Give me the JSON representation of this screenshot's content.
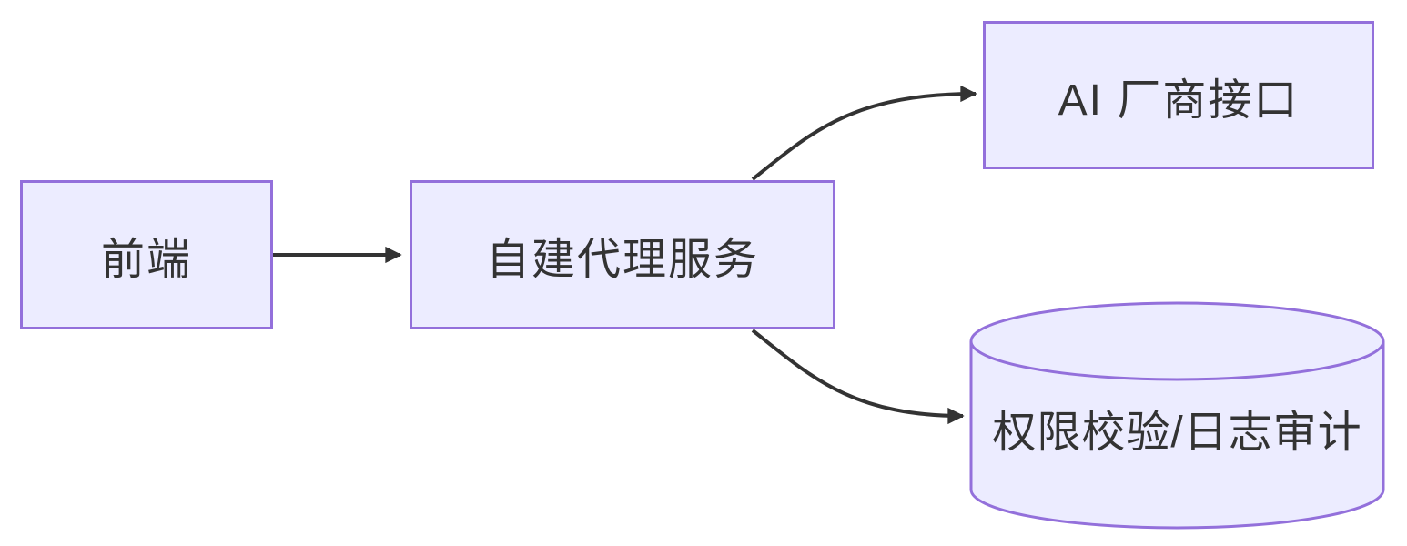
{
  "diagram": {
    "type": "flowchart",
    "direction": "left-to-right",
    "colors": {
      "background": "#FFFFFF",
      "node_fill": "#ECECFF",
      "node_stroke": "#9370DB",
      "edge": "#333333",
      "text": "#333333"
    },
    "nodes": [
      {
        "id": "frontend",
        "label": "前端",
        "shape": "rectangle"
      },
      {
        "id": "proxy",
        "label": "自建代理服务",
        "shape": "rectangle"
      },
      {
        "id": "ai_vendor",
        "label": "AI 厂商接口",
        "shape": "rectangle"
      },
      {
        "id": "audit",
        "label": "权限校验/日志审计",
        "shape": "cylinder"
      }
    ],
    "edges": [
      {
        "from": "frontend",
        "to": "proxy",
        "style": "solid-arrow"
      },
      {
        "from": "proxy",
        "to": "ai_vendor",
        "style": "solid-arrow"
      },
      {
        "from": "proxy",
        "to": "audit",
        "style": "solid-arrow"
      }
    ]
  }
}
